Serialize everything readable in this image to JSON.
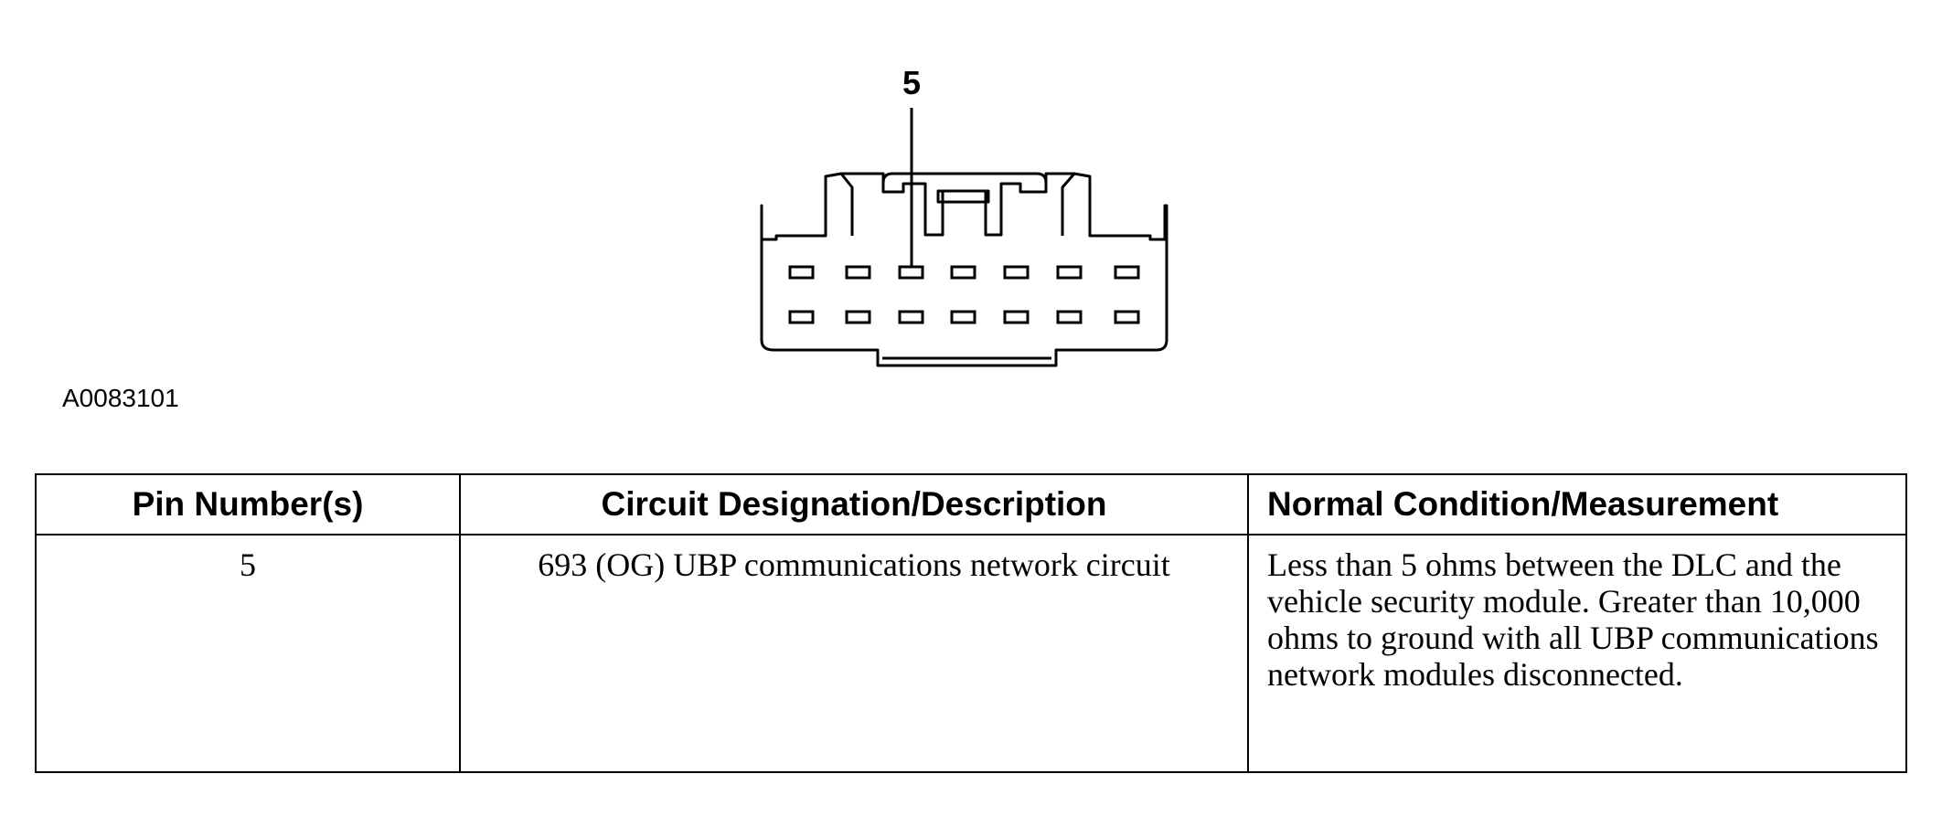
{
  "diagram": {
    "pin_callout": "5",
    "figure_id": "A0083101"
  },
  "table": {
    "headers": [
      "Pin Number(s)",
      "Circuit Designation/Description",
      "Normal Condition/Measurement"
    ],
    "rows": [
      {
        "pin": "5",
        "circuit": "693 (OG) UBP communications network circuit",
        "condition": "Less than 5 ohms between the DLC and the vehicle security module. Greater than 10,000 ohms to ground with all UBP communications network modules disconnected."
      }
    ]
  }
}
